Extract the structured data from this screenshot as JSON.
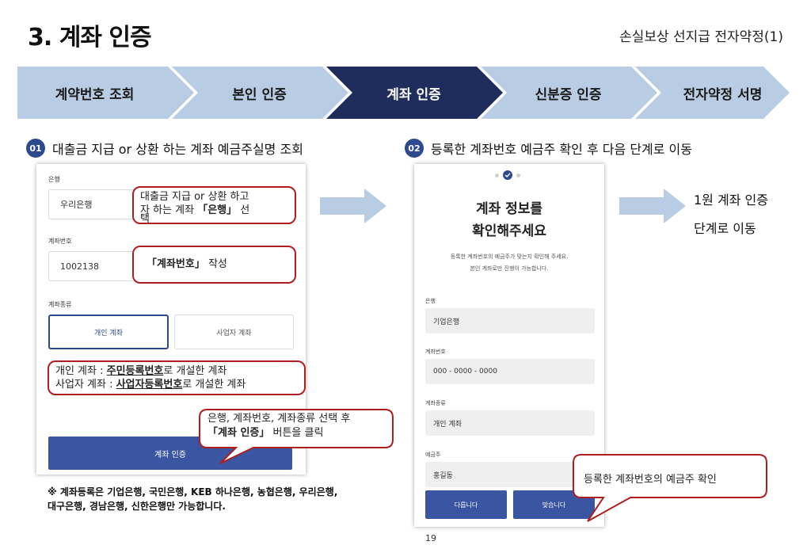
{
  "header": {
    "title": "3. 계좌 인증",
    "subtitle": "손실보상 선지급 전자약정(1)"
  },
  "steps": [
    "계약번호 조회",
    "본인 인증",
    "계좌 인증",
    "신분증 인증",
    "전자약정 서명"
  ],
  "active_step_index": 2,
  "colors": {
    "step_inactive": "#b8cce4",
    "step_active": "#1f2d5c",
    "accent": "#3a56a3",
    "callout_border": "#b01e1e"
  },
  "section1": {
    "number": "01",
    "title": "대출금 지급 or 상환 하는 계좌 예금주실명 조회"
  },
  "section2": {
    "number": "02",
    "title": "등록한 계좌번호 예금주 확인 후 다음 단계로 이동"
  },
  "left_form": {
    "bank_label": "은행",
    "bank_value": "우리은행",
    "account_label": "계좌번호",
    "account_value": "1002138",
    "type_label": "계좌종류",
    "type_personal": "개인 계좌",
    "type_business": "사업자 계좌",
    "submit": "계좌 인증"
  },
  "callouts": {
    "bank_line1": "대출금 지급 or 상환 하고",
    "bank_line2_prefix": "자 하는 계좌 ",
    "bank_line2_bold": "「은행」",
    "bank_line2_suffix": " 선",
    "bank_line3": "택",
    "account_bold": "「계좌번호」",
    "account_suffix": " 작성",
    "type_l1_prefix": "개인 계좌 : ",
    "type_l1_bold": "주민등록번호",
    "type_l1_suffix": "로 개설한 계좌",
    "type_l2_prefix": "사업자 계좌 : ",
    "type_l2_bold": "사업자등록번호",
    "type_l2_suffix": "로 개설한 계좌",
    "click_line1": "은행, 계좌번호, 계좌종류 선택 후",
    "click_bold": "「계좌 인증」",
    "click_suffix": " 버튼을 클릭",
    "holder_confirm": "등록한 계좌번호의 예금주 확인"
  },
  "note": "※ 계좌등록은 기업은행, 국민은행, KEB 하나은행, 농협은행, 우리은행, 대구은행, 경남은행, 신한은행만 가능합니다.",
  "right_form": {
    "title_line1": "계좌 정보를",
    "title_line2": "확인해주세요",
    "desc_line1": "등록한 계좌번호의 예금주가 맞는지 확인해 주세요.",
    "desc_line2": "본인 계좌로만 진행이 가능합니다.",
    "bank_label": "은행",
    "bank_value": "기업은행",
    "account_label": "계좌번호",
    "account_value": "000 - 0000 - 0000",
    "type_label": "계좌종류",
    "type_value": "개인 계좌",
    "holder_label": "예금주",
    "holder_value": "홍길동",
    "btn_wrong": "다릅니다",
    "btn_right": "맞습니다"
  },
  "side_text": {
    "line1": "1원 계좌 인증",
    "line2": "단계로 이동"
  },
  "page_number": "19"
}
